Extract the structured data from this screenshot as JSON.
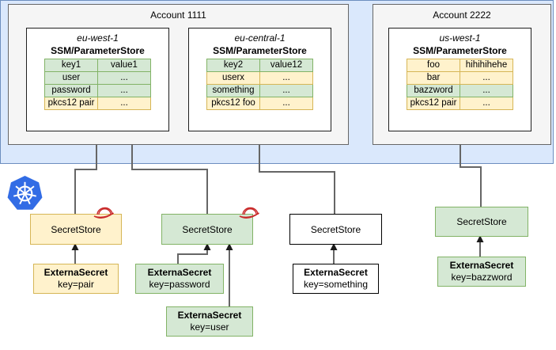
{
  "diagram_type": "architecture-diagram",
  "palette": {
    "green_fill": "#d5e8d4",
    "green_border": "#82b366",
    "yellow_fill": "#fff2cc",
    "yellow_border": "#d6b656",
    "cluster_blue_fill": "#dae8fc",
    "cluster_blue_border": "#6c8ebf",
    "account_fill": "#f5f5f5",
    "account_border": "#666666",
    "kubernetes_blue": "#326ce5",
    "redhat_red": "#c92a2a"
  },
  "icons": {
    "kubernetes": "kubernetes-logo",
    "redhat": "redhat-fedora-icon"
  },
  "accounts": [
    {
      "label": "Account 1111",
      "regions": [
        {
          "name": "eu-west-1",
          "title": "SSM/ParameterStore",
          "rows": [
            {
              "key": "key1",
              "value": "value1",
              "color": "green"
            },
            {
              "key": "user",
              "value": "...",
              "color": "green"
            },
            {
              "key": "password",
              "value": "...",
              "color": "green"
            },
            {
              "key": "pkcs12 pair",
              "value": "...",
              "color": "yellow"
            }
          ]
        },
        {
          "name": "eu-central-1",
          "title": "SSM/ParameterStore",
          "rows": [
            {
              "key": "key2",
              "value": "value12",
              "color": "green"
            },
            {
              "key": "userx",
              "value": "...",
              "color": "yellow"
            },
            {
              "key": "something",
              "value": "...",
              "color": "green"
            },
            {
              "key": "pkcs12 foo",
              "value": "...",
              "color": "yellow"
            }
          ]
        }
      ]
    },
    {
      "label": "Account 2222",
      "regions": [
        {
          "name": "us-west-1",
          "title": "SSM/ParameterStore",
          "rows": [
            {
              "key": "foo",
              "value": "hihihihehe",
              "color": "yellow"
            },
            {
              "key": "bar",
              "value": "...",
              "color": "yellow"
            },
            {
              "key": "bazzword",
              "value": "...",
              "color": "green"
            },
            {
              "key": "pkcs12 pair",
              "value": "...",
              "color": "yellow"
            }
          ]
        }
      ]
    }
  ],
  "cluster": {
    "secret_stores": [
      {
        "label": "SecretStore",
        "color": "yellow",
        "redhat_icon": true
      },
      {
        "label": "SecretStore",
        "color": "green",
        "redhat_icon": true
      },
      {
        "label": "SecretStore",
        "color": "white",
        "redhat_icon": false
      },
      {
        "label": "SecretStore",
        "color": "green",
        "redhat_icon": false
      }
    ],
    "external_secrets": [
      {
        "title": "ExternaSecret",
        "key": "key=pair",
        "color": "yellow"
      },
      {
        "title": "ExternaSecret",
        "key": "key=password",
        "color": "green"
      },
      {
        "title": "ExternaSecret",
        "key": "key=user",
        "color": "green"
      },
      {
        "title": "ExternaSecret",
        "key": "key=something",
        "color": "white"
      },
      {
        "title": "ExternaSecret",
        "key": "key=bazzword",
        "color": "green"
      }
    ],
    "connections": [
      {
        "from": "ExternaSecret key=pair",
        "to": "SecretStore yellow"
      },
      {
        "from": "ExternaSecret key=password",
        "to": "SecretStore green-left"
      },
      {
        "from": "ExternaSecret key=user",
        "to": "SecretStore green-left"
      },
      {
        "from": "ExternaSecret key=something",
        "to": "SecretStore white"
      },
      {
        "from": "ExternaSecret key=bazzword",
        "to": "SecretStore green-right"
      },
      {
        "from": "SecretStore yellow",
        "to": "eu-west-1"
      },
      {
        "from": "SecretStore green-left",
        "to": "eu-west-1"
      },
      {
        "from": "SecretStore white",
        "to": "eu-central-1"
      },
      {
        "from": "SecretStore green-right",
        "to": "us-west-1"
      }
    ]
  }
}
